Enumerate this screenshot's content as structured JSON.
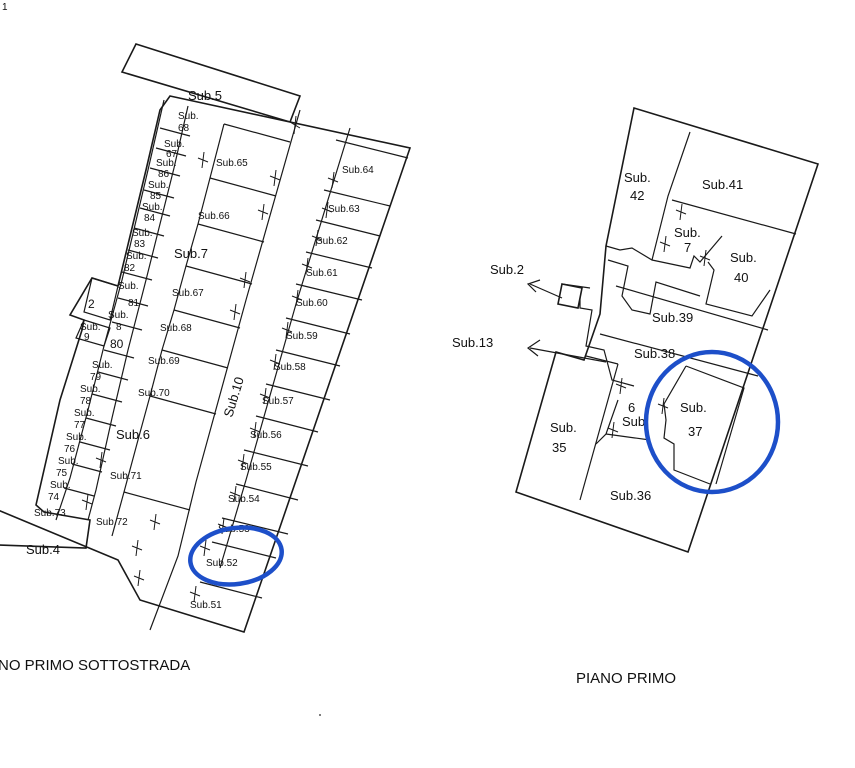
{
  "header": {
    "corner_mark": "1"
  },
  "left_plan": {
    "caption": "NO PRIMO SOTTOSTRADA",
    "units": {
      "sub5": "Sub.5",
      "sub68": [
        "Sub.",
        "68"
      ],
      "sub67": [
        "Sub.",
        "67"
      ],
      "sub86": [
        "Sub.",
        "86"
      ],
      "sub85": [
        "Sub.",
        "85"
      ],
      "sub84": [
        "Sub.",
        "84"
      ],
      "sub83": [
        "Sub.",
        "83"
      ],
      "sub82": [
        "Sub.",
        "82"
      ],
      "sub81": [
        "Sub.",
        "81"
      ],
      "sub2": "2",
      "sub8": [
        "Sub.",
        "8"
      ],
      "sub9": [
        "Sub.",
        "9"
      ],
      "sub80": "80",
      "sub79": [
        "Sub.",
        "79"
      ],
      "sub78": [
        "Sub.",
        "78"
      ],
      "sub77": [
        "Sub.",
        "77"
      ],
      "sub76": [
        "Sub.",
        "76"
      ],
      "sub75": [
        "Sub.",
        "75"
      ],
      "sub74": [
        "Sub.",
        "74"
      ],
      "sub73": "Sub.73",
      "sub4": "Sub.4",
      "sub7": "Sub.7",
      "sub6": "Sub.6",
      "sub10": "Sub.10",
      "sub65": "Sub.65",
      "sub66": "Sub.66",
      "sub67b": "Sub.67",
      "sub68b": "Sub.68",
      "sub69": "Sub.69",
      "sub70": "Sub.70",
      "sub71": "Sub.71",
      "sub72": "Sub.72",
      "sub64": "Sub.64",
      "sub63": "Sub.63",
      "sub62": "Sub.62",
      "sub61": "Sub.61",
      "sub60": "Sub.60",
      "sub59": "Sub.59",
      "sub58": "Sub.58",
      "sub57": "Sub.57",
      "sub56": "Sub.56",
      "sub55": "Sub.55",
      "sub54": "Sub.54",
      "sub53": "Sub.53",
      "sub52": "Sub.52",
      "sub51": "Sub.51"
    }
  },
  "right_plan": {
    "caption": "PIANO PRIMO",
    "units": {
      "sub42": [
        "Sub.",
        "42"
      ],
      "sub41": "Sub.41",
      "sub7": [
        "Sub.",
        "7"
      ],
      "sub40": [
        "Sub.",
        "40"
      ],
      "sub2": "Sub.2",
      "sub13": "Sub.13",
      "sub39": "Sub.39",
      "sub38": "Sub.38",
      "sub6": [
        "6",
        "Sub"
      ],
      "sub37": [
        "Sub.",
        "37"
      ],
      "sub35": [
        "Sub.",
        "35"
      ],
      "sub36": "Sub.36"
    }
  },
  "highlight": {
    "color": "#1d4fc9",
    "marked_units": [
      "Sub.52",
      "Sub.37"
    ]
  }
}
